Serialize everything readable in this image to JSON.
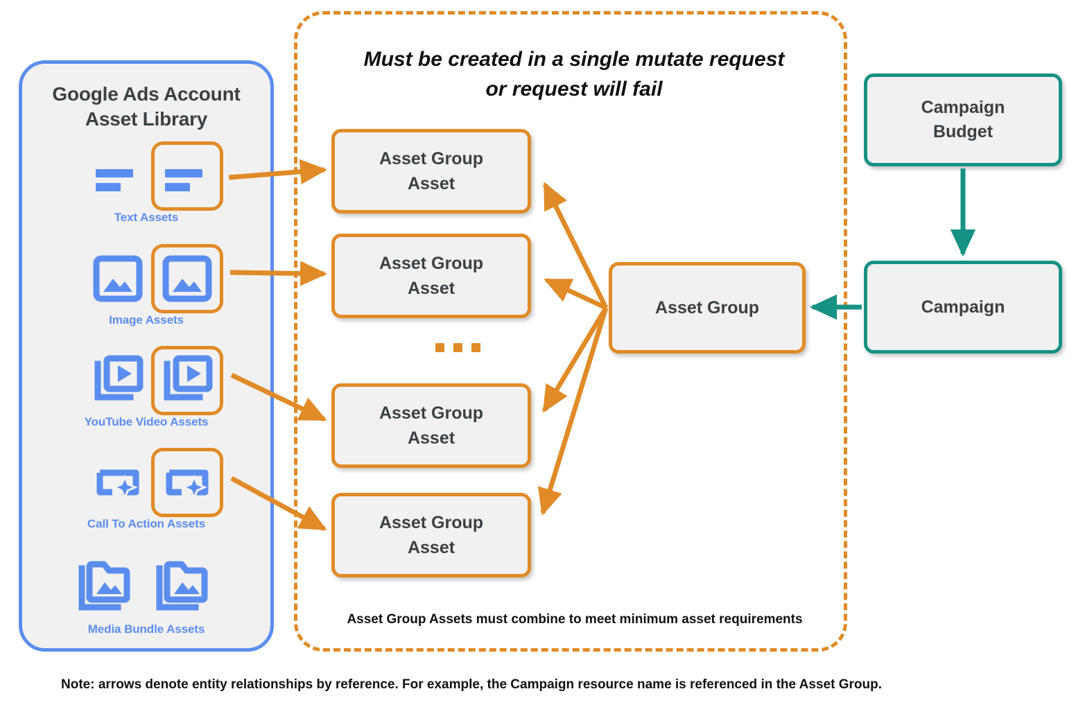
{
  "library": {
    "title": "Google Ads Account\nAsset Library",
    "title_line1": "Google Ads Account",
    "title_line2": "Asset Library",
    "items": [
      {
        "caption": "Text Assets",
        "icon": "text-lines-icon",
        "highlighted": true
      },
      {
        "caption": "Image Assets",
        "icon": "image-picture-icon",
        "highlighted": true
      },
      {
        "caption": "YouTube Video  Assets",
        "icon": "video-play-stack-icon",
        "highlighted": true
      },
      {
        "caption": "Call To Action Assets",
        "icon": "call-to-action-sparkle-icon",
        "highlighted": true
      },
      {
        "caption": "Media Bundle  Assets",
        "icon": "media-bundle-folder-icon",
        "highlighted": false
      }
    ]
  },
  "mutate_group": {
    "title_line1": "Must be created in a single mutate request",
    "title_line2": "or request will fail",
    "footnote": "Asset Group Assets must combine to meet minimum asset requirements",
    "asset_group_assets": [
      {
        "line1": "Asset Group",
        "line2": "Asset"
      },
      {
        "line1": "Asset Group",
        "line2": "Asset"
      },
      {
        "line1": "Asset Group",
        "line2": "Asset"
      },
      {
        "line1": "Asset Group",
        "line2": "Asset"
      }
    ],
    "ellipsis": "..."
  },
  "nodes": {
    "asset_group": "Asset Group",
    "campaign_budget_line1": "Campaign",
    "campaign_budget_line2": "Budget",
    "campaign": "Campaign"
  },
  "note": "Note: arrows denote entity relationships by reference. For example, the Campaign resource name is referenced in the Asset Group.",
  "colors": {
    "orange": "#e08b28",
    "teal": "#179183",
    "blue": "#5b8def",
    "node_fill": "#f1f1f1",
    "text_dark": "#3c4043",
    "text_black": "#111111"
  }
}
